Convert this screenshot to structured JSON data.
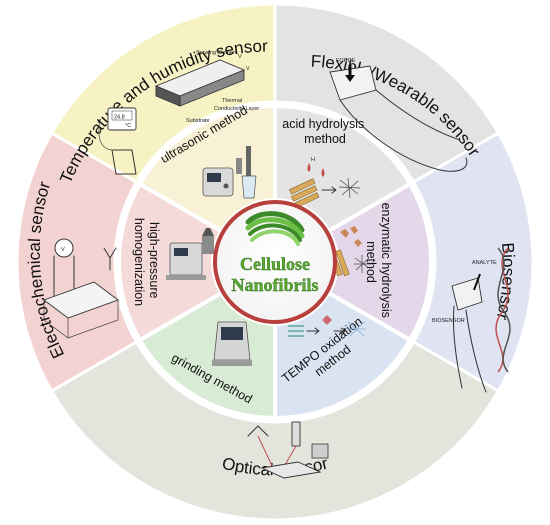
{
  "center": {
    "line1": "Cellulose",
    "line2": "Nanofibrils"
  },
  "outer_ring": [
    {
      "id": "flexible",
      "label": "Flexible/Wearable sensor",
      "color": "#e3e3e3",
      "from": -90,
      "to": -30
    },
    {
      "id": "biosensor",
      "label": "Biosensor",
      "color": "#dfe3f2",
      "from": -30,
      "to": 30
    },
    {
      "id": "optical",
      "label": "Optical sensor",
      "color": "#e3e5dc",
      "from": 30,
      "to": 150
    },
    {
      "id": "electrochemical",
      "label": "Electrochemical sensor",
      "color": "#f3d3d1",
      "from": 150,
      "to": 210
    },
    {
      "id": "temperature",
      "label": "Temperature and humidity sensor",
      "color": "#f6f2c4",
      "from": 210,
      "to": 270
    }
  ],
  "inner_ring": [
    {
      "id": "acid",
      "lines": [
        "acid hydrolysis",
        "method"
      ],
      "color": "#e4e4e4",
      "from": -90,
      "to": -30
    },
    {
      "id": "enzymatic",
      "lines": [
        "enzymatic hydrolysis",
        "method"
      ],
      "color": "#e4d7ea",
      "from": -30,
      "to": 30
    },
    {
      "id": "tempo",
      "lines": [
        "TEMPO oxidation",
        "method"
      ],
      "color": "#d9e3f2",
      "from": 30,
      "to": 90
    },
    {
      "id": "grinding",
      "lines": [
        "grinding method"
      ],
      "color": "#d8ebd5",
      "from": 90,
      "to": 150
    },
    {
      "id": "high-pressure",
      "lines": [
        "high-pressure",
        "homogenization"
      ],
      "color": "#f5dada",
      "from": 150,
      "to": 210
    },
    {
      "id": "ultrasonic",
      "lines": [
        "ultrasonic method"
      ],
      "color": "#f9f1d5",
      "from": 210,
      "to": 270
    }
  ],
  "illustration_labels": {
    "sensing_element": "Sensing Element",
    "v1": "V",
    "v2": "V",
    "thermal_layer": "Thermal",
    "conductivity_layer": "Conductivity Layer",
    "substrate": "Substrate",
    "meter_value": "24.8",
    "meter_unit": "°C",
    "force": "FORCE",
    "analyte": "ANALYTE",
    "biosensor_tag": "BIOSENSOR",
    "h_plus": "H",
    "voltmeter": "V"
  },
  "colors": {
    "ring_separator": "#ffffff",
    "center_border": "#b8403c",
    "center_title": "#5aa832"
  }
}
